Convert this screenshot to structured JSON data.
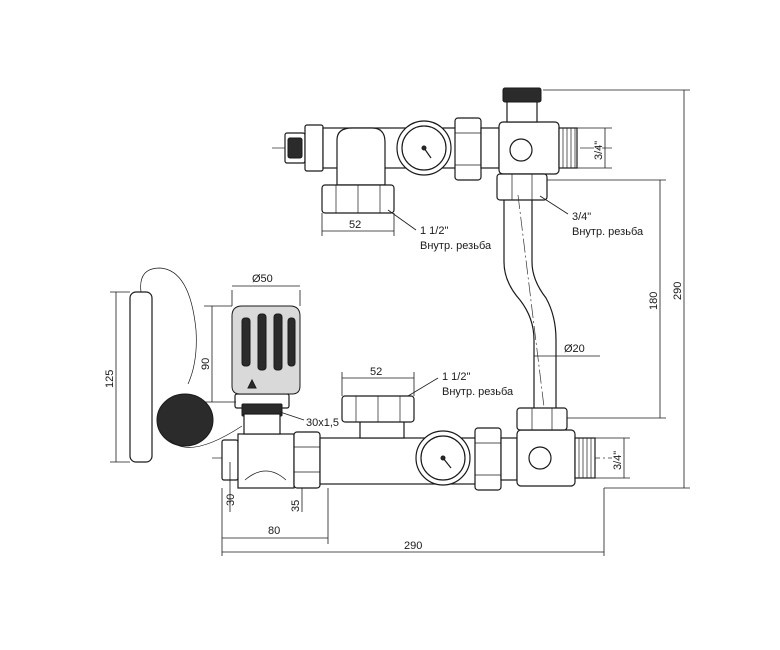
{
  "dimensions": {
    "top_mixer_width": "52",
    "top_inlet_thread": "1 1/2\"",
    "top_inlet_thread_note": "Внутр. резьба",
    "top_right_outlet": "3/4\"",
    "pipe_thread": "3/4\"",
    "pipe_thread_note": "Внутр. резьба",
    "total_height": "290",
    "pipe_height": "180",
    "pipe_diameter": "Ø20",
    "bottom_right_outlet": "3/4\"",
    "head_diameter": "Ø50",
    "head_height": "90",
    "sensor_length": "125",
    "head_thread": "30x1,5",
    "bottom_mixer_width": "52",
    "bottom_inlet_thread": "1 1/2\"",
    "bottom_inlet_thread_note": "Внутр. резьба",
    "left_height": "30",
    "left_offset": "35",
    "left_length": "80",
    "total_length": "290"
  }
}
